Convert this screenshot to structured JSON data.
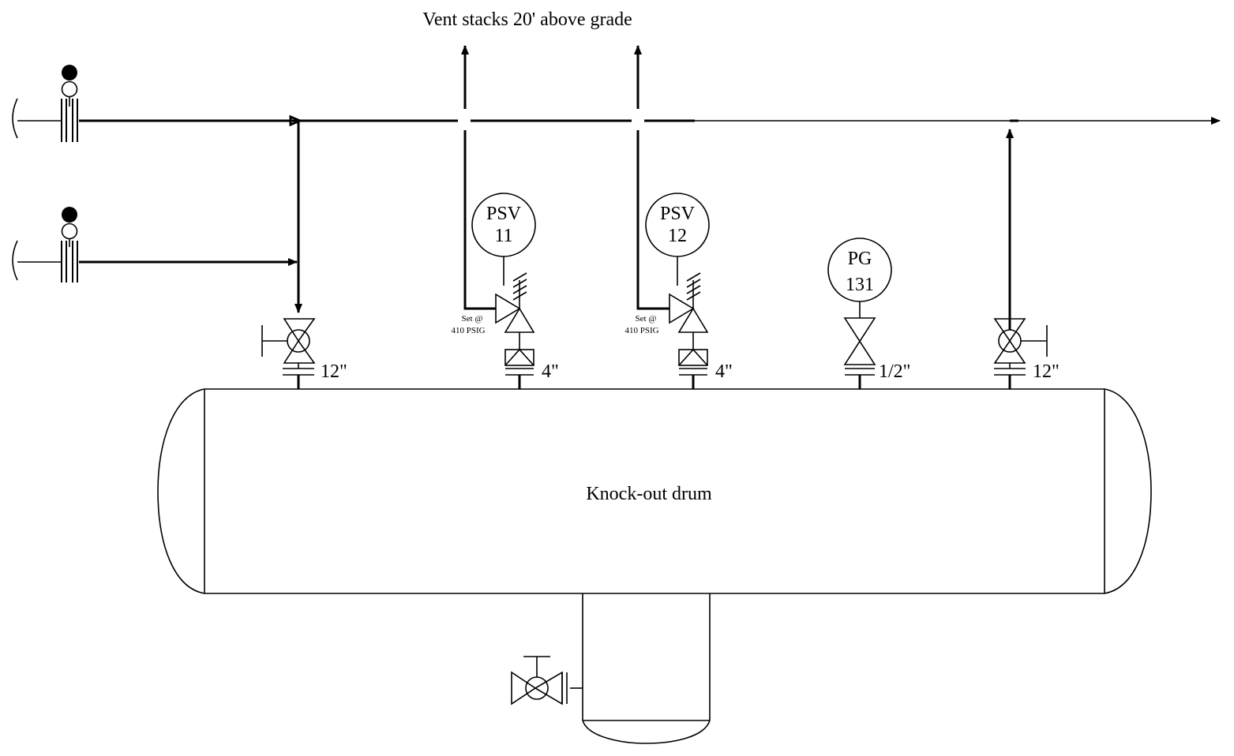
{
  "vent_label": "Vent stacks 20' above grade",
  "vessel_label": "Knock-out drum",
  "instruments": [
    {
      "tag": "PSV",
      "number": "11",
      "set_line1": "Set @",
      "set_line2": "410 PSIG"
    },
    {
      "tag": "PSV",
      "number": "12",
      "set_line1": "Set @",
      "set_line2": "410 PSIG"
    },
    {
      "tag": "PG",
      "number": "131"
    }
  ],
  "nozzle_sizes": [
    "12\"",
    "4\"",
    "4\"",
    "1/2\"",
    "12\""
  ]
}
